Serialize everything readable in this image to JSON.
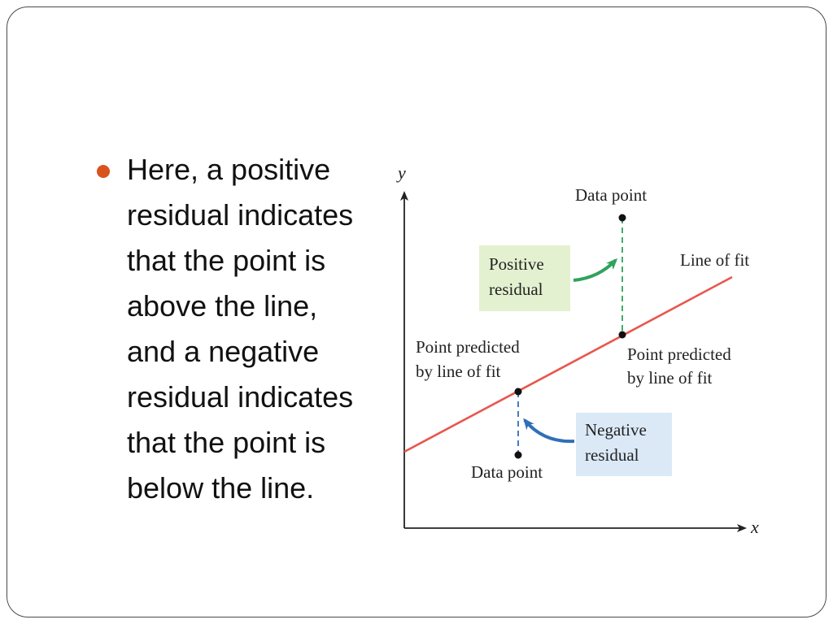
{
  "bullet": {
    "text": "Here, a positive residual indicates that the point is above the line, and a negative residual indicates that the point is below the line."
  },
  "diagram": {
    "axis_y_label": "y",
    "axis_x_label": "x",
    "data_point_top_label": "Data point",
    "line_of_fit_label": "Line of fit",
    "positive_residual_line1": "Positive",
    "positive_residual_line2": "residual",
    "predicted_right_line1": "Point predicted",
    "predicted_right_line2": "by line of fit",
    "predicted_left_line1": "Point predicted",
    "predicted_left_line2": "by line of fit",
    "negative_residual_line1": "Negative",
    "negative_residual_line2": "residual",
    "data_point_bottom_label": "Data point"
  },
  "colors": {
    "bullet": "#d9531e",
    "line_of_fit": "#e8574e",
    "positive_box": "#e4f1d0",
    "positive_arrow": "#2fa35a",
    "negative_box": "#dbe9f7",
    "negative_arrow": "#2f6fb8"
  }
}
